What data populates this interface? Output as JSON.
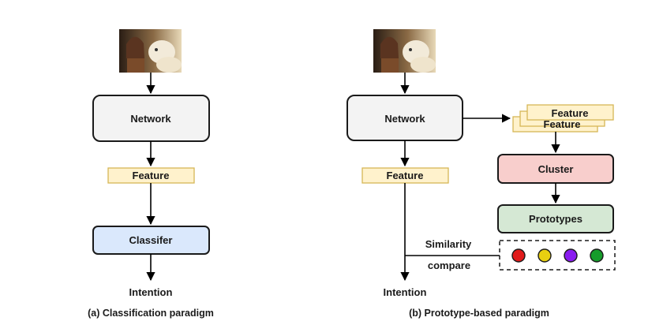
{
  "left_panel": {
    "network": "Network",
    "feature": "Feature",
    "classifier": "Classifer",
    "output": "Intention",
    "caption": "(a) Classification paradigm"
  },
  "right_panel": {
    "network": "Network",
    "feature": "Feature",
    "stack_feature": "Feature",
    "cluster": "Cluster",
    "prototypes": "Prototypes",
    "similarity_line1": "Similarity",
    "similarity_line2": "compare",
    "output": "Intention",
    "caption": "(b) Prototype-based paradigm",
    "prototype_colors": [
      "#e01b1b",
      "#e8cf10",
      "#8a1cf0",
      "#169c2b"
    ]
  },
  "colors": {
    "network_fill": "#f3f3f3",
    "feature_fill": "#fff2cc",
    "feature_stroke": "#d6b656",
    "classifier_fill": "#dae8fc",
    "cluster_fill": "#f8cecc",
    "prototypes_fill": "#d5e8d4"
  },
  "icons": {
    "input_image": "photo-of-woman-and-dog-icon"
  }
}
